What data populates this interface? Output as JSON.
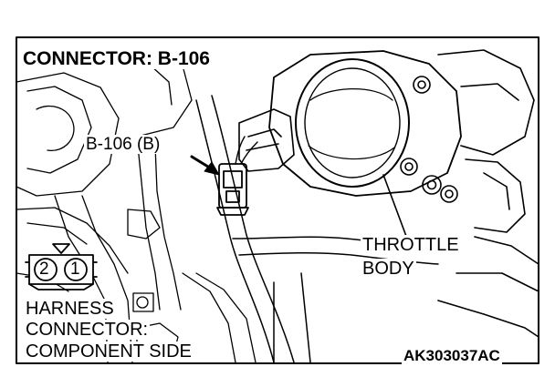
{
  "title": "CONNECTOR: B-106",
  "callout": {
    "label": "B-106 (B)"
  },
  "throttle_body": {
    "line1": "THROTTLE",
    "line2": "BODY"
  },
  "harness_connector": {
    "line1": "HARNESS",
    "line2": "CONNECTOR:",
    "line3": "COMPONENT SIDE",
    "pins": [
      "2",
      "1"
    ]
  },
  "figure_code": "AK303037AC",
  "colors": {
    "ink": "#000000",
    "paper": "#ffffff"
  }
}
